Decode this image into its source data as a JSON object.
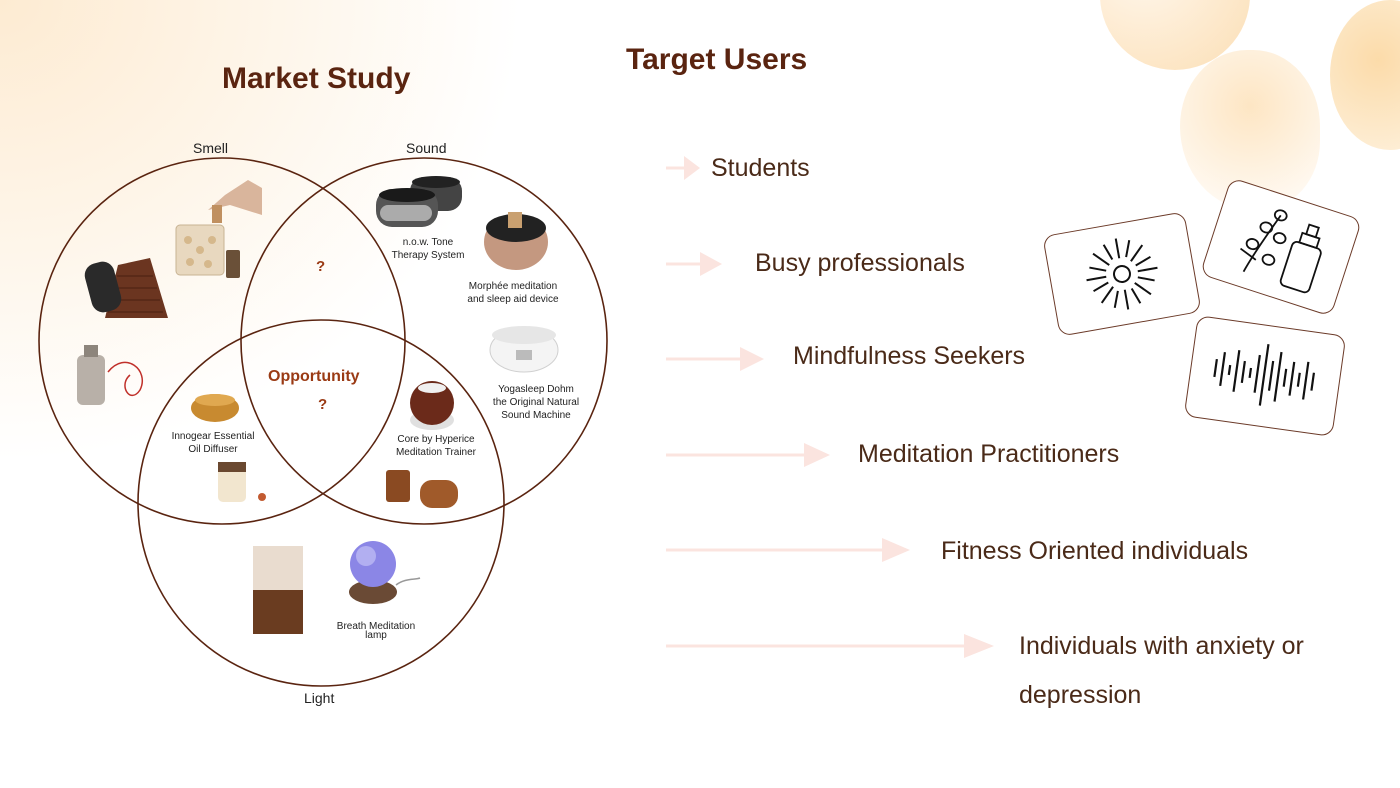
{
  "market": {
    "title": "Market Study",
    "labels": {
      "smell": "Smell",
      "sound": "Sound",
      "light": "Light"
    },
    "center": {
      "title": "Opportunity",
      "mark": "?"
    },
    "smell_sound_mark": "?",
    "products": {
      "tone": "n.o.w. Tone\nTherapy System",
      "morphee": "Morphée meditation\nand sleep aid device",
      "yogasleep": "Yogasleep Dohm\nthe Original Natural\nSound Machine",
      "innogear": "Innogear Essential\nOil Diffuser",
      "core": "Core by Hyperice\nMeditation Trainer",
      "breath": "Breath Meditation\nlamp"
    }
  },
  "target": {
    "title": "Target Users",
    "users": [
      "Students",
      "Busy professionals",
      "Mindfulness Seekers",
      "Meditation Practitioners",
      "Fitness Oriented individuals",
      "Individuals with anxiety or\ndepression"
    ]
  },
  "colors": {
    "accent": "#5a2410",
    "arrow": "#fbe4df",
    "circle": "#5a2410"
  },
  "icons": [
    "sun-icon",
    "flower-bottle-icon",
    "soundwave-icon"
  ]
}
